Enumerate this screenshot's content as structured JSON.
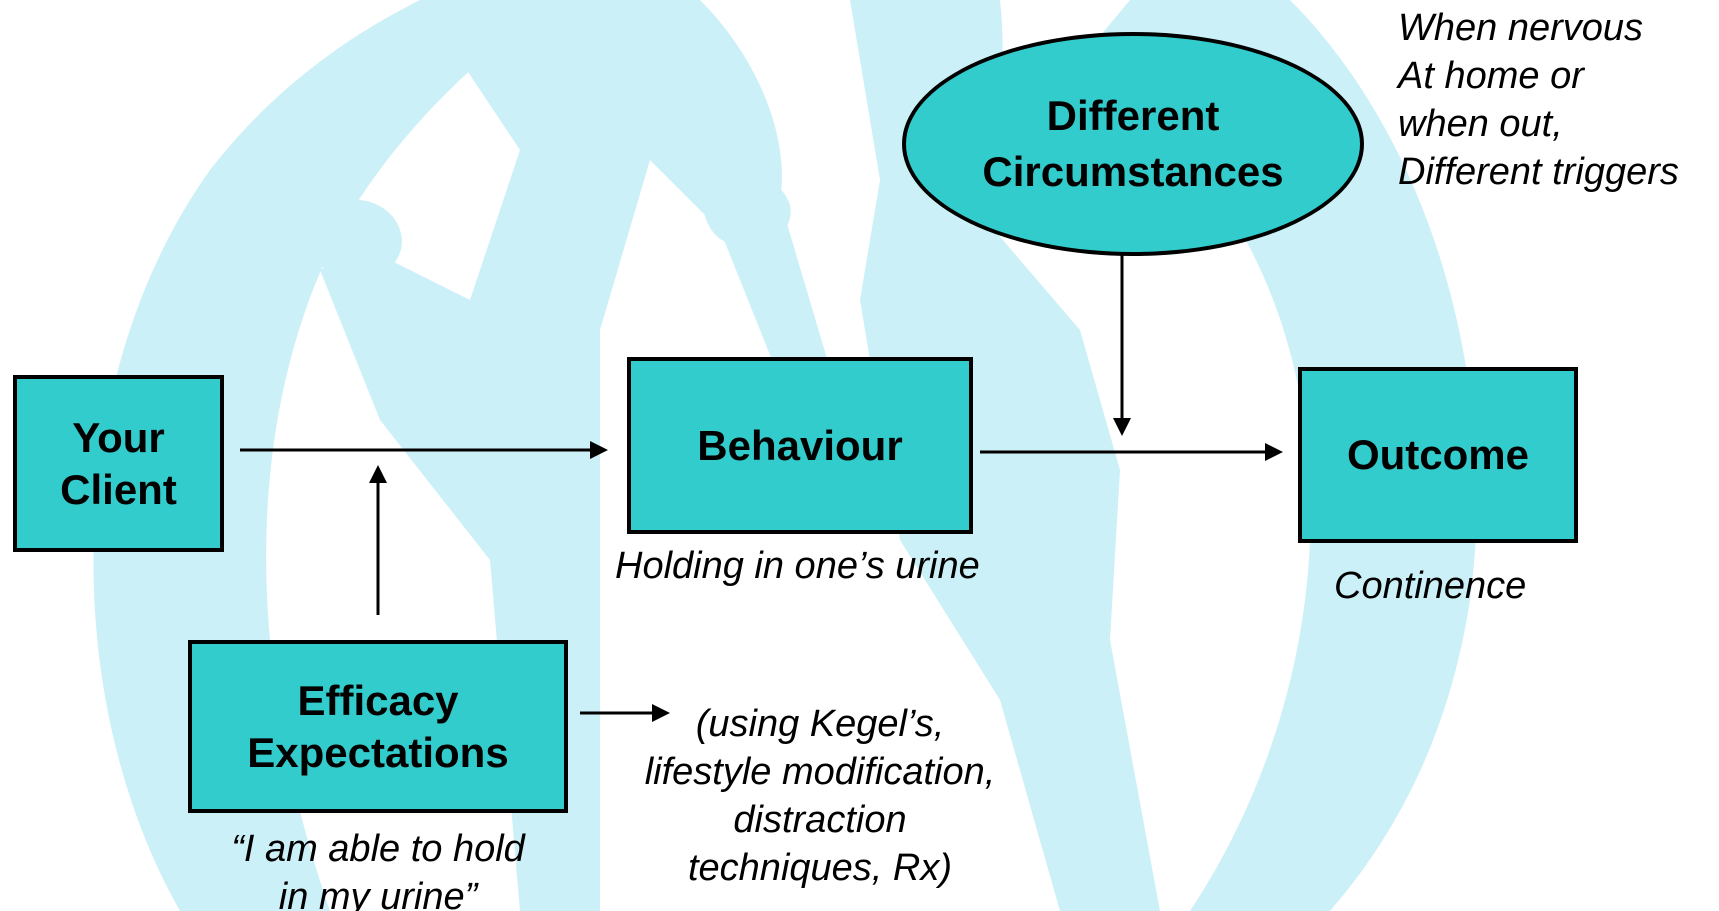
{
  "colors": {
    "box_fill": "#33cccc",
    "stroke": "#000000",
    "watermark": "#ccf0f7"
  },
  "nodes": {
    "client": {
      "lines": [
        "Your",
        "Client"
      ]
    },
    "behaviour": {
      "lines": [
        "Behaviour"
      ]
    },
    "outcome": {
      "lines": [
        "Outcome"
      ]
    },
    "efficacy": {
      "lines": [
        "Efficacy",
        "Expectations"
      ]
    },
    "circumstances": {
      "lines": [
        "Different",
        "Circumstances"
      ]
    }
  },
  "notes": {
    "circumstances_examples": [
      "When nervous",
      "At home or",
      "when out,",
      "Different triggers"
    ],
    "behaviour_caption": "Holding in one’s urine",
    "outcome_caption": "Continence",
    "efficacy_quote": [
      "“I am able to hold",
      "in my urine”"
    ],
    "efficacy_methods": [
      "(using Kegel’s,",
      "lifestyle modification,",
      "distraction",
      "techniques, Rx)"
    ]
  }
}
